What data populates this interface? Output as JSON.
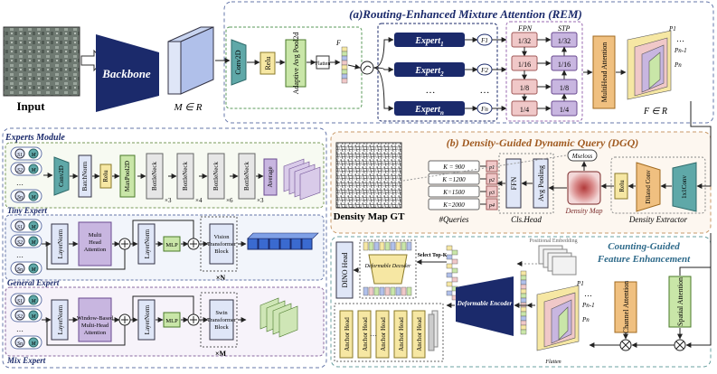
{
  "rem": {
    "title": "(a)Routing-Enhanced Mixture Attention (REM)",
    "input_label": "Input",
    "backbone_label": "Backbone",
    "m_label": "M ∈ R",
    "conv2d": "Conv2D",
    "relu": "Relu",
    "pool": "Adaptive Avg Pool2d",
    "flatten": "Flatten",
    "f_label": "F",
    "experts": [
      "Expert1",
      "Expert2",
      "…",
      "Expertn"
    ],
    "expert_base": "Expert",
    "expert_subs": [
      "1",
      "2",
      "n"
    ],
    "f_outputs": [
      "F1",
      "F2",
      "…",
      "Fn"
    ],
    "fpn_label": "FPN",
    "stp_label": "STP",
    "fpn_scales": [
      "1/32",
      "1/16",
      "1/8",
      "1/4"
    ],
    "stp_scales": [
      "1/32",
      "1/16",
      "1/8",
      "1/4"
    ],
    "mha": "MultiHead Attention",
    "fr_label": "F ∈ R",
    "p_labels": [
      "P1",
      "Pn-1",
      "Pn"
    ],
    "dots": "…"
  },
  "experts_module": {
    "title": "Experts Module",
    "tiny_title": "Tiny Expert",
    "general_title": "General Expert",
    "mix_title": "Mix Expert",
    "s_labels": [
      "S1",
      "S2",
      "…",
      "Sn"
    ],
    "m_circle": "M",
    "tiny_blocks": [
      "Conv2D",
      "BatchNorm",
      "Relu",
      "MaxPool2D",
      "BottleNeck",
      "BottleNeck",
      "BottleNeck",
      "BottleNeck",
      "Average"
    ],
    "tiny_mults": [
      "×3",
      "×4",
      "×6",
      "×3"
    ],
    "general_blocks": [
      "LayerNorm",
      "Multi Head Attention",
      "LayerNorm",
      "MLP",
      "Vision Transformer Block"
    ],
    "general_mult": "×N",
    "mix_blocks": [
      "LayerNorm",
      "Window-Based Multi-Head Attention",
      "LayerNorm",
      "MLP",
      "Swin Transformer Block"
    ],
    "mix_mult": "×M"
  },
  "dgq": {
    "title": "(b) Density-Guided Dynamic Query (DGQ)",
    "density_gt": "Density Map GT",
    "queries": [
      "K = 900",
      "K =1200",
      "K=1500",
      "K=2000"
    ],
    "queries_label": "#Queries",
    "probs": [
      "p1",
      "p2",
      "p3",
      "p4"
    ],
    "ffn": "FFN",
    "avg_pool": "Avg Pooling",
    "cls_head": "Cls.Head",
    "mseloss": "Mseloss",
    "density_map": "Density Map",
    "relu": "Relu",
    "dilated_conv": "Dilated Conv",
    "conv1x1": "1x1Conv",
    "extractor": "Density Extractor"
  },
  "cgfe": {
    "title_line1": "Counting-Guided",
    "title_line2": "Feature Enhancement",
    "dino_head": "DINO Head",
    "deformable_decoder": "Deformable Decoder",
    "select": "Select Top-K",
    "positional": "Positional Embedding",
    "deformable_encoder": "Deformable Encoder",
    "anchor_head": "Anchor Head",
    "channel_attention": "Channel Attention",
    "spatial_attention": "Spatial Attention",
    "flatten": "Flatten",
    "p_labels": [
      "P1",
      "Pn-1",
      "Pn"
    ],
    "dots": "…"
  },
  "colors": {
    "navy": "#1b2a6b",
    "teal": "#5fa8a8",
    "green_box": "#c9e6a8",
    "yellow_box": "#f6e7a3",
    "purple_box": "#c8b6e0",
    "pink_box": "#f0c8c8",
    "orange": "#e6a04a",
    "dashed_blue": "#6677aa"
  }
}
